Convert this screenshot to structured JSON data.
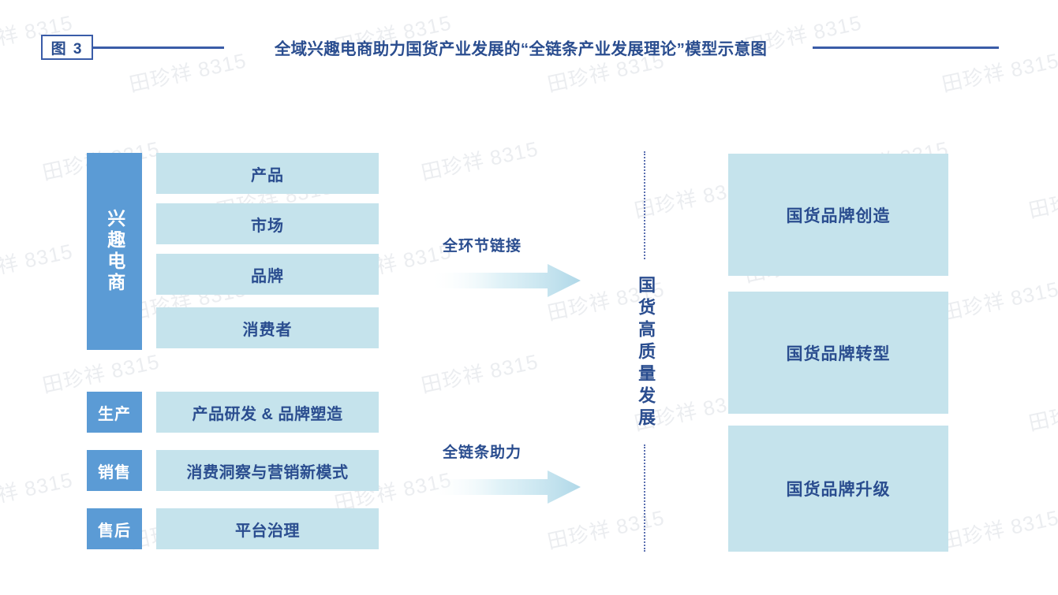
{
  "header": {
    "figure_badge": "图 3",
    "title": "全域兴趣电商助力国货产业发展的“全链条产业发展理论”模型示意图"
  },
  "watermark": {
    "text": "田珍祥 8315"
  },
  "left_column": {
    "ecommerce_group": {
      "label": "兴趣电商",
      "items": [
        {
          "label": "产品"
        },
        {
          "label": "市场"
        },
        {
          "label": "品牌"
        },
        {
          "label": "消费者"
        }
      ]
    },
    "stage_group": {
      "rows": [
        {
          "tag": "生产",
          "label": "产品研发 & 品牌塑造"
        },
        {
          "tag": "销售",
          "label": "消费洞察与营销新模式"
        },
        {
          "tag": "售后",
          "label": "平台治理"
        }
      ]
    }
  },
  "flows": [
    {
      "label": "全环节链接"
    },
    {
      "label": "全链条助力"
    }
  ],
  "center": {
    "title": "国货高质量发展"
  },
  "right_column": {
    "outcomes": [
      {
        "label": "国货品牌创造"
      },
      {
        "label": "国货品牌转型"
      },
      {
        "label": "国货品牌升级"
      }
    ]
  },
  "colors": {
    "accent_blue": "#5b9bd5",
    "deep_blue": "#2a4d8f",
    "rule_blue": "#3a5ca8",
    "light_blue": "#c5e3ec",
    "arrow_tip": "#b6dbe8",
    "background": "#ffffff"
  }
}
